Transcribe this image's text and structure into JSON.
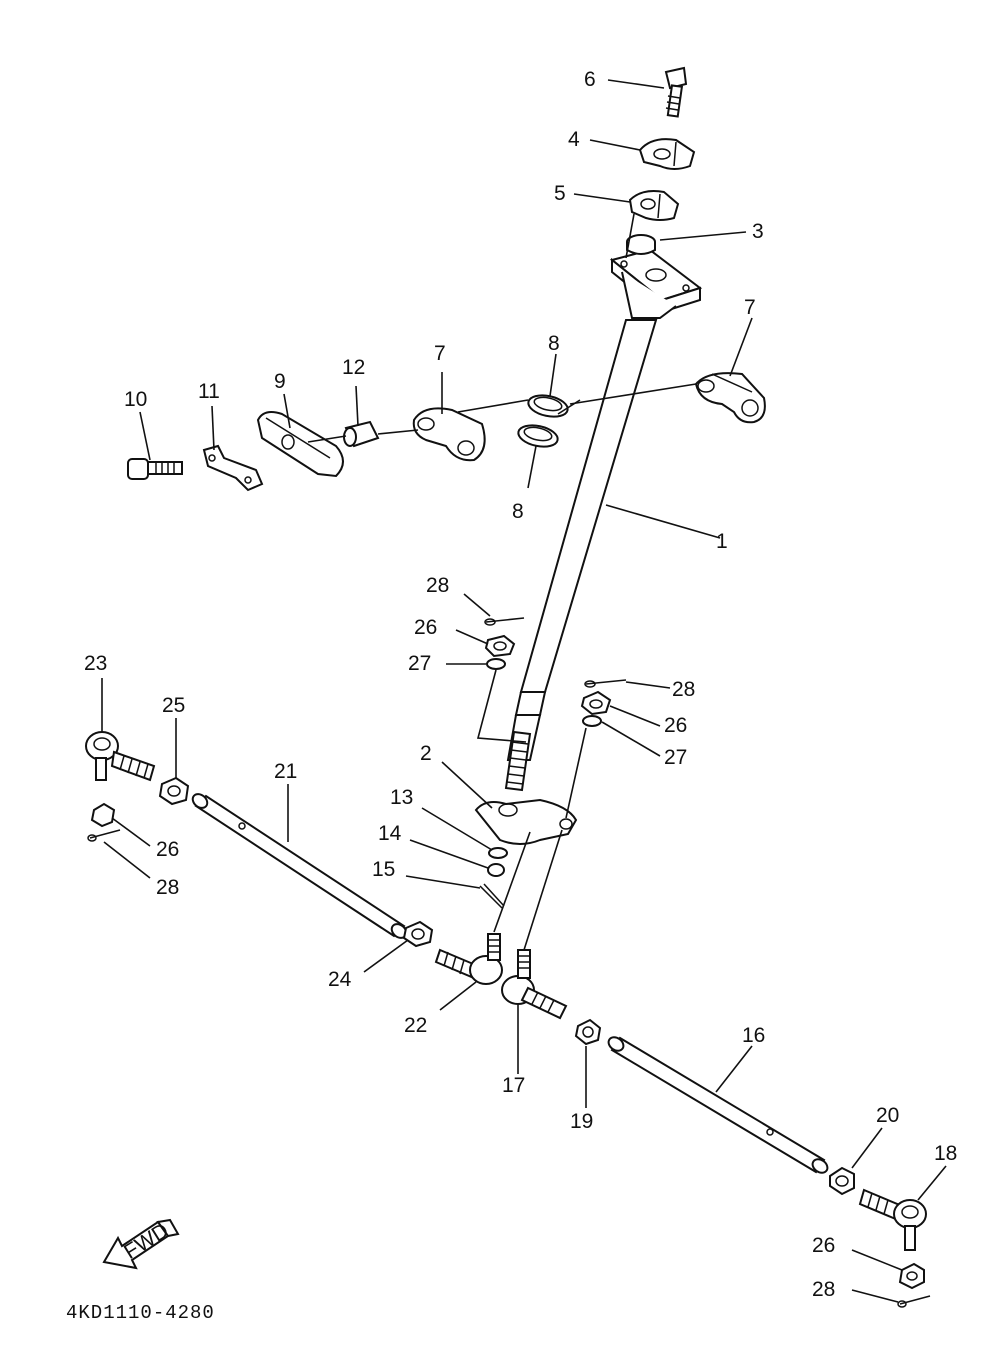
{
  "diagram": {
    "part_numbers": {
      "p1": "1",
      "p2": "2",
      "p3": "3",
      "p4": "4",
      "p5": "5",
      "p6": "6",
      "p7a": "7",
      "p7b": "7",
      "p8a": "8",
      "p8b": "8",
      "p9": "9",
      "p10": "10",
      "p11": "11",
      "p12": "12",
      "p13": "13",
      "p14": "14",
      "p15": "15",
      "p16": "16",
      "p17": "17",
      "p18": "18",
      "p19": "19",
      "p20": "20",
      "p21": "21",
      "p22": "22",
      "p23": "23",
      "p24": "24",
      "p25": "25",
      "p26a": "26",
      "p26b": "26",
      "p26c": "26",
      "p26d": "26",
      "p27a": "27",
      "p27b": "27",
      "p28a": "28",
      "p28b": "28",
      "p28c": "28",
      "p28d": "28"
    },
    "direction_label": "FWD",
    "drawing_code": "4KD1110-4280"
  }
}
